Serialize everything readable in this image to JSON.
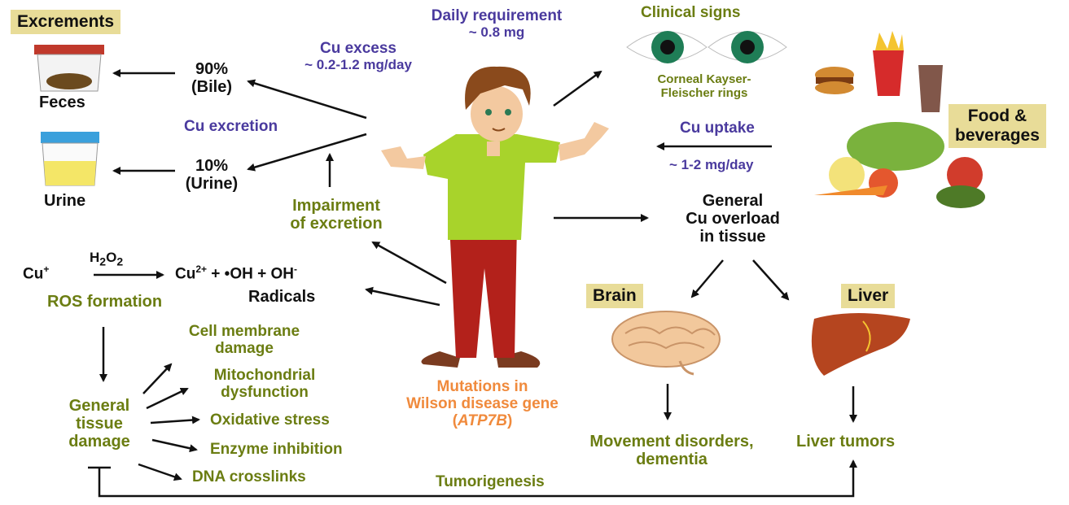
{
  "colors": {
    "green": "#6b7d12",
    "purple": "#4a3a9e",
    "orange": "#f08a3c",
    "tag": "#e8dc98",
    "black": "#111111"
  },
  "labels": {
    "excrements": "Excrements",
    "feces": "Feces",
    "urine": "Urine",
    "bile_pct": "90%",
    "bile": "(Bile)",
    "urine_pct": "10%",
    "urine_paren": "(Urine)",
    "cu_excess": "Cu excess",
    "cu_excess_range": "~ 0.2-1.2 mg/day",
    "daily_req": "Daily requirement",
    "daily_req_val": "~ 0.8 mg",
    "cu_excretion": "Cu excretion",
    "impairment_1": "Impairment",
    "impairment_2": "of excretion",
    "clinical_signs": "Clinical signs",
    "kayser_1": "Corneal Kayser-",
    "kayser_2": "Fleischer rings",
    "food_1": "Food &",
    "food_2": "beverages",
    "cu_uptake": "Cu uptake",
    "cu_uptake_val": "~ 1-2 mg/day",
    "overload_1": "General",
    "overload_2": "Cu overload",
    "overload_3": "in tissue",
    "brain": "Brain",
    "liver": "Liver",
    "movement_1": "Movement disorders,",
    "movement_2": "dementia",
    "liver_tumors": "Liver tumors",
    "tumorigenesis": "Tumorigenesis",
    "cu": "Cu",
    "h2o2": "H",
    "radicals": "Radicals",
    "ros": "ROS formation",
    "gtd_1": "General",
    "gtd_2": "tissue",
    "gtd_3": "damage",
    "cell_1": "Cell membrane",
    "cell_2": "damage",
    "mito_1": "Mitochondrial",
    "mito_2": "dysfunction",
    "oxidative": "Oxidative stress",
    "enzyme": "Enzyme inhibition",
    "dna": "DNA crosslinks",
    "mut_1": "Mutations in",
    "mut_2": "Wilson disease gene",
    "mut_gene": "ATP7B"
  }
}
